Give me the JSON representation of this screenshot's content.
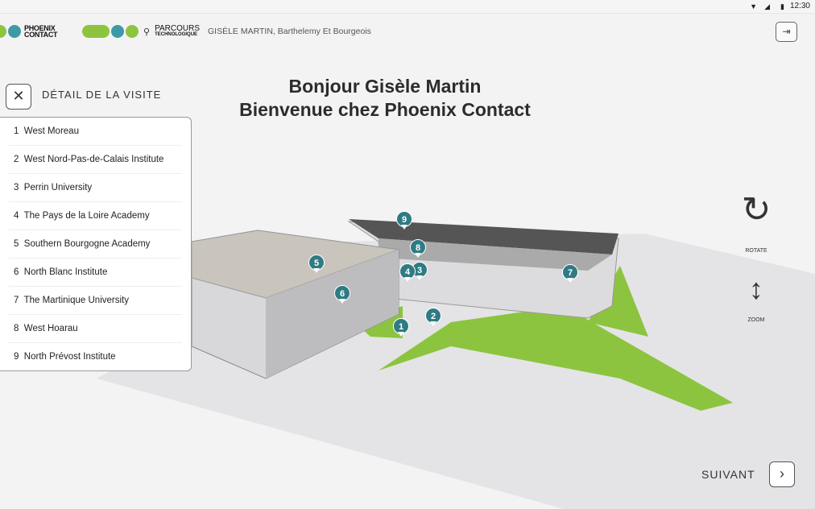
{
  "status_bar": {
    "time": "12:30"
  },
  "header": {
    "brand": "PHOENIX CONTACT",
    "app_name": "PARCOURS",
    "app_subtitle": "TECHNOLOGIQUE",
    "user": "GISÈLE MARTIN, Barthelemy Et Bourgeois"
  },
  "title": {
    "line1": "Bonjour Gisèle Martin",
    "line2": "Bienvenue chez Phoenix Contact"
  },
  "panel": {
    "label": "DÉTAIL DE LA VISITE",
    "items": [
      {
        "num": "1",
        "name": "West Moreau"
      },
      {
        "num": "2",
        "name": "West Nord-Pas-de-Calais Institute"
      },
      {
        "num": "3",
        "name": "Perrin University"
      },
      {
        "num": "4",
        "name": "The Pays de la Loire Academy"
      },
      {
        "num": "5",
        "name": "Southern Bourgogne Academy"
      },
      {
        "num": "6",
        "name": "North Blanc Institute"
      },
      {
        "num": "7",
        "name": "The Martinique University"
      },
      {
        "num": "8",
        "name": "West Hoarau"
      },
      {
        "num": "9",
        "name": "North Prévost Institute"
      }
    ]
  },
  "controls": {
    "rotate": "ROTATE",
    "zoom": "ZOOM"
  },
  "footer": {
    "next_label": "SUIVANT"
  },
  "colors": {
    "teal": "#2f7b83",
    "green": "#8cc43f",
    "pin": "#2f7b83"
  }
}
